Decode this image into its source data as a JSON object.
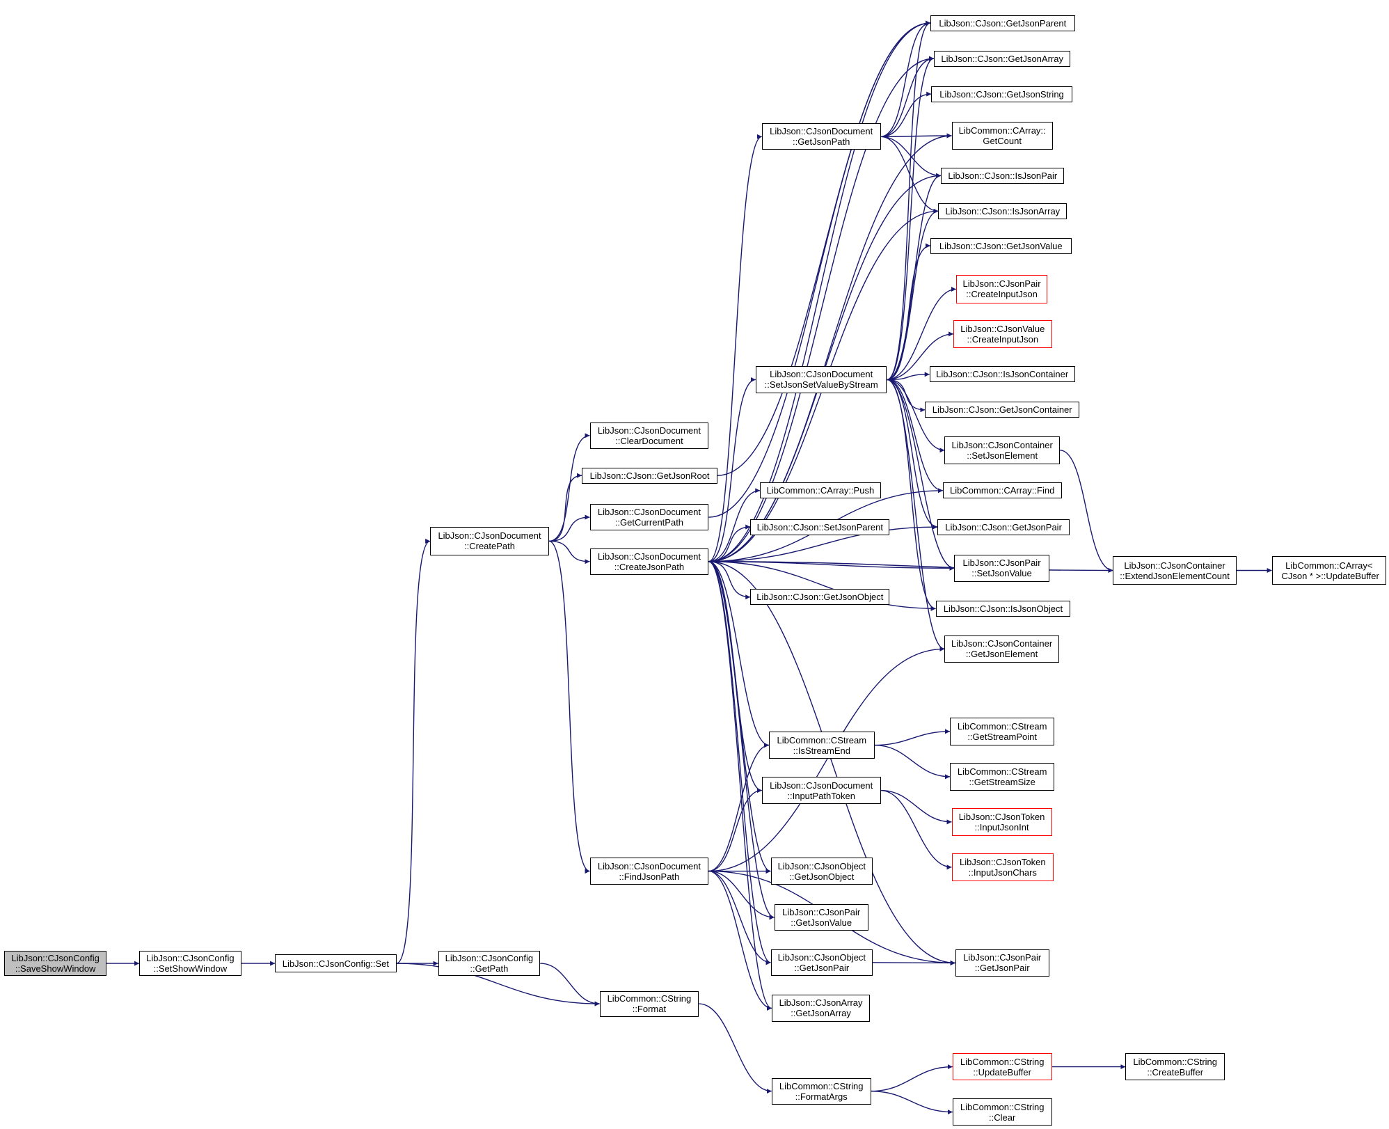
{
  "colors": {
    "edge": "#191970",
    "border": "#000000",
    "truncated_border": "#ff0000",
    "root_fill": "#bfbfbf",
    "node_fill": "#ffffff"
  },
  "nodes": [
    {
      "id": "n1",
      "label": "LibJson::CJsonConfig\n::SaveShowWindow",
      "root": true
    },
    {
      "id": "n2",
      "label": "LibJson::CJsonConfig\n::SetShowWindow"
    },
    {
      "id": "n3",
      "label": "LibJson::CJsonConfig::Set"
    },
    {
      "id": "n4",
      "label": "LibJson::CJsonDocument\n::CreatePath"
    },
    {
      "id": "n5",
      "label": "LibJson::CJsonConfig\n::GetPath"
    },
    {
      "id": "n6",
      "label": "LibCommon::CString\n::Format"
    },
    {
      "id": "n7",
      "label": "LibJson::CJsonDocument\n::ClearDocument"
    },
    {
      "id": "n8",
      "label": "LibJson::CJson::GetJsonRoot"
    },
    {
      "id": "n9",
      "label": "LibJson::CJsonDocument\n::GetCurrentPath"
    },
    {
      "id": "n10",
      "label": "LibJson::CJsonDocument\n::CreateJsonPath"
    },
    {
      "id": "n11",
      "label": "LibJson::CJsonDocument\n::FindJsonPath"
    },
    {
      "id": "n12",
      "label": "LibCommon::CString\n::FormatArgs"
    },
    {
      "id": "n13",
      "label": "LibJson::CJsonDocument\n::GetJsonPath"
    },
    {
      "id": "n14",
      "label": "LibJson::CJsonDocument\n::SetJsonSetValueByStream"
    },
    {
      "id": "n15",
      "label": "LibCommon::CArray::Push"
    },
    {
      "id": "n16",
      "label": "LibJson::CJson::SetJsonParent"
    },
    {
      "id": "n17",
      "label": "LibJson::CJson::GetJsonObject"
    },
    {
      "id": "n18",
      "label": "LibCommon::CStream\n::IsStreamEnd"
    },
    {
      "id": "n19",
      "label": "LibJson::CJsonDocument\n::InputPathToken"
    },
    {
      "id": "n20",
      "label": "LibJson::CJsonObject\n::GetJsonObject"
    },
    {
      "id": "n21",
      "label": "LibJson::CJsonPair\n::GetJsonValue"
    },
    {
      "id": "n22",
      "label": "LibJson::CJsonObject\n::GetJsonPair"
    },
    {
      "id": "n23",
      "label": "LibJson::CJsonArray\n::GetJsonArray"
    },
    {
      "id": "n24",
      "label": "LibJson::CJson::GetJsonParent"
    },
    {
      "id": "n25",
      "label": "LibJson::CJson::GetJsonArray"
    },
    {
      "id": "n26",
      "label": "LibJson::CJson::GetJsonString"
    },
    {
      "id": "n27",
      "label": "LibCommon::CArray::\nGetCount"
    },
    {
      "id": "n28",
      "label": "LibJson::CJson::IsJsonPair"
    },
    {
      "id": "n29",
      "label": "LibJson::CJson::IsJsonArray"
    },
    {
      "id": "n30",
      "label": "LibJson::CJson::GetJsonValue"
    },
    {
      "id": "n31",
      "label": "LibJson::CJsonPair\n::CreateInputJson",
      "truncated": true
    },
    {
      "id": "n32",
      "label": "LibJson::CJsonValue\n::CreateInputJson",
      "truncated": true
    },
    {
      "id": "n33",
      "label": "LibJson::CJson::IsJsonContainer"
    },
    {
      "id": "n34",
      "label": "LibJson::CJson::GetJsonContainer"
    },
    {
      "id": "n35",
      "label": "LibJson::CJsonContainer\n::SetJsonElement"
    },
    {
      "id": "n36",
      "label": "LibCommon::CArray::Find"
    },
    {
      "id": "n37",
      "label": "LibJson::CJson::GetJsonPair"
    },
    {
      "id": "n38",
      "label": "LibJson::CJsonPair\n::SetJsonValue"
    },
    {
      "id": "n39",
      "label": "LibJson::CJson::IsJsonObject"
    },
    {
      "id": "n40",
      "label": "LibJson::CJsonContainer\n::GetJsonElement"
    },
    {
      "id": "n41",
      "label": "LibCommon::CStream\n::GetStreamPoint"
    },
    {
      "id": "n42",
      "label": "LibCommon::CStream\n::GetStreamSize"
    },
    {
      "id": "n43",
      "label": "LibJson::CJsonToken\n::InputJsonInt",
      "truncated": true
    },
    {
      "id": "n44",
      "label": "LibJson::CJsonToken\n::InputJsonChars",
      "truncated": true
    },
    {
      "id": "n45",
      "label": "LibJson::CJsonPair\n::GetJsonPair"
    },
    {
      "id": "n46",
      "label": "LibCommon::CString\n::UpdateBuffer",
      "truncated": true
    },
    {
      "id": "n47",
      "label": "LibCommon::CString\n::Clear"
    },
    {
      "id": "n48",
      "label": "LibJson::CJsonContainer\n::ExtendJsonElementCount"
    },
    {
      "id": "n49",
      "label": "LibCommon::CArray<\n CJson * >::UpdateBuffer"
    },
    {
      "id": "n50",
      "label": "LibCommon::CString\n::CreateBuffer"
    }
  ],
  "edges": [
    [
      "n1",
      "n2"
    ],
    [
      "n2",
      "n3"
    ],
    [
      "n3",
      "n4"
    ],
    [
      "n3",
      "n5"
    ],
    [
      "n3",
      "n6"
    ],
    [
      "n5",
      "n6"
    ],
    [
      "n6",
      "n12"
    ],
    [
      "n4",
      "n7"
    ],
    [
      "n4",
      "n8"
    ],
    [
      "n4",
      "n9"
    ],
    [
      "n4",
      "n10"
    ],
    [
      "n4",
      "n11"
    ],
    [
      "n10",
      "n13"
    ],
    [
      "n10",
      "n14"
    ],
    [
      "n10",
      "n15"
    ],
    [
      "n10",
      "n16"
    ],
    [
      "n10",
      "n17"
    ],
    [
      "n10",
      "n18"
    ],
    [
      "n10",
      "n19"
    ],
    [
      "n10",
      "n20"
    ],
    [
      "n10",
      "n21"
    ],
    [
      "n10",
      "n22"
    ],
    [
      "n10",
      "n23"
    ],
    [
      "n10",
      "n24"
    ],
    [
      "n10",
      "n25"
    ],
    [
      "n10",
      "n27"
    ],
    [
      "n10",
      "n28"
    ],
    [
      "n10",
      "n29"
    ],
    [
      "n10",
      "n36"
    ],
    [
      "n10",
      "n37"
    ],
    [
      "n10",
      "n38"
    ],
    [
      "n10",
      "n39"
    ],
    [
      "n10",
      "n45"
    ],
    [
      "n10",
      "n48"
    ],
    [
      "n8",
      "n24"
    ],
    [
      "n9",
      "n24"
    ],
    [
      "n11",
      "n18"
    ],
    [
      "n11",
      "n19"
    ],
    [
      "n11",
      "n20"
    ],
    [
      "n11",
      "n21"
    ],
    [
      "n11",
      "n22"
    ],
    [
      "n11",
      "n23"
    ],
    [
      "n11",
      "n40"
    ],
    [
      "n11",
      "n45"
    ],
    [
      "n13",
      "n24"
    ],
    [
      "n13",
      "n25"
    ],
    [
      "n13",
      "n26"
    ],
    [
      "n13",
      "n27"
    ],
    [
      "n13",
      "n28"
    ],
    [
      "n13",
      "n29"
    ],
    [
      "n14",
      "n24"
    ],
    [
      "n14",
      "n25"
    ],
    [
      "n14",
      "n28"
    ],
    [
      "n14",
      "n29"
    ],
    [
      "n14",
      "n30"
    ],
    [
      "n14",
      "n31"
    ],
    [
      "n14",
      "n32"
    ],
    [
      "n14",
      "n33"
    ],
    [
      "n14",
      "n34"
    ],
    [
      "n14",
      "n35"
    ],
    [
      "n14",
      "n36"
    ],
    [
      "n14",
      "n37"
    ],
    [
      "n14",
      "n38"
    ],
    [
      "n14",
      "n39"
    ],
    [
      "n14",
      "n40"
    ],
    [
      "n35",
      "n48"
    ],
    [
      "n48",
      "n49"
    ],
    [
      "n18",
      "n41"
    ],
    [
      "n18",
      "n42"
    ],
    [
      "n19",
      "n43"
    ],
    [
      "n19",
      "n44"
    ],
    [
      "n22",
      "n45"
    ],
    [
      "n12",
      "n46"
    ],
    [
      "n12",
      "n47"
    ],
    [
      "n46",
      "n50"
    ]
  ]
}
